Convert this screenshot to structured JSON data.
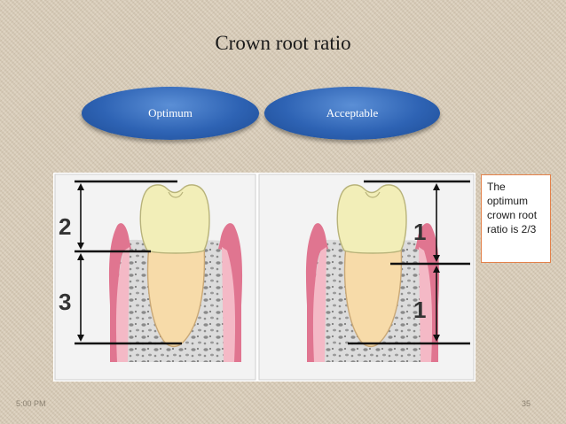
{
  "slide": {
    "title": "Crown root ratio",
    "ovals": {
      "optimum": "Optimum",
      "acceptable": "Acceptable"
    },
    "note": "The optimum crown root ratio is 2/3",
    "footer": {
      "time": "5:00 PM",
      "page": "35"
    }
  },
  "figure": {
    "left_panel": {
      "crown_ratio": "2",
      "root_ratio": "3"
    },
    "right_panel": {
      "crown_ratio": "1",
      "root_ratio": "1"
    }
  },
  "colors": {
    "oval_blue": "#2e63b4",
    "note_border": "#e3814a",
    "gum_pink": "#e07590",
    "crown": "#f2eeb8",
    "root": "#f7dba9"
  }
}
